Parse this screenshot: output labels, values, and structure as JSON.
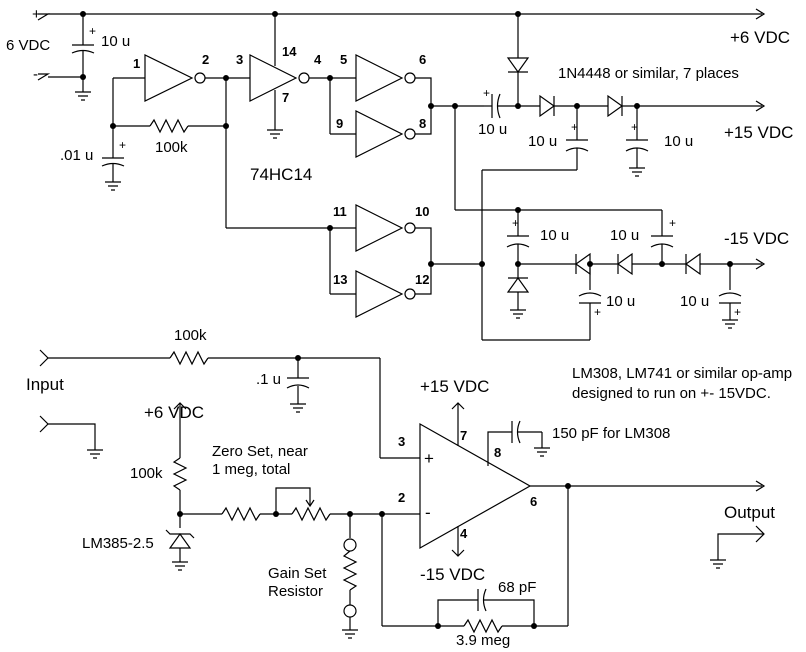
{
  "power": {
    "input_plus": "+",
    "input_minus": "-",
    "input_voltage": "6 VDC",
    "cap_input": "10 u",
    "pos6": "+6 VDC",
    "pos15": "+15 VDC",
    "neg15": "-15 VDC",
    "diode_note": "1N4448 or similar, 7 places",
    "cap_couple": "10 u",
    "cap_pos_a": "10 u",
    "cap_pos_b": "10 u",
    "cap_neg_a": "10 u",
    "cap_neg_b": "10 u",
    "cap_neg_c": "10 u",
    "cap_neg_d": "10 u"
  },
  "oscillator": {
    "ic": "74HC14",
    "cap": ".01 u",
    "resistor": "100k",
    "pins": [
      "1",
      "2",
      "3",
      "4",
      "5",
      "6",
      "7",
      "8",
      "9",
      "10",
      "11",
      "12",
      "13",
      "14"
    ]
  },
  "amplifier": {
    "input_label": "Input",
    "output_label": "Output",
    "r_input": "100k",
    "c_input": ".1 u",
    "ref_supply": "+6 VDC",
    "r_ref": "100k",
    "zener": "LM385-2.5",
    "zero_set": "Zero Set, near",
    "zero_set_2": "1 meg, total",
    "gain_set": "Gain Set",
    "gain_set_2": "Resistor",
    "opamp_note": "LM308, LM741 or similar op-amp",
    "opamp_note_2": "designed to run on +- 15VDC.",
    "op_pos": "+15 VDC",
    "op_neg": "-15 VDC",
    "comp_cap": "150 pF for LM308",
    "fb_cap": "68 pF",
    "fb_res": "3.9 meg",
    "pins": {
      "p2": "2",
      "p3": "3",
      "p4": "4",
      "p6": "6",
      "p7": "7",
      "p8": "8"
    },
    "plus_sign": "+",
    "minus_sign": "-"
  }
}
